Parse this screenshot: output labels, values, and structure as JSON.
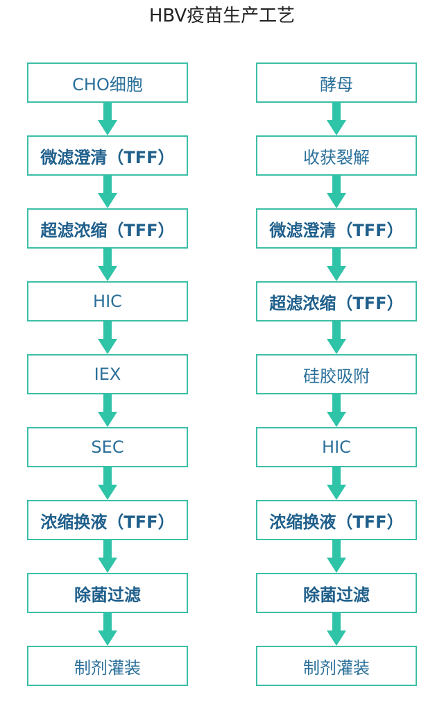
{
  "title": "HBV疫苗生产工艺",
  "colors": {
    "box_border": "#3bbfa6",
    "arrow": "#2fc3a8",
    "text": "#2a6f9a",
    "bold_text": "#1f5f8b"
  },
  "left_flow": [
    {
      "label": "CHO细胞",
      "bold": false
    },
    {
      "label": "微滤澄清（TFF）",
      "bold": true
    },
    {
      "label": "超滤浓缩（TFF）",
      "bold": true
    },
    {
      "label": "HIC",
      "bold": false
    },
    {
      "label": "IEX",
      "bold": false
    },
    {
      "label": "SEC",
      "bold": false
    },
    {
      "label": "浓缩换液（TFF）",
      "bold": true
    },
    {
      "label": "除菌过滤",
      "bold": true
    },
    {
      "label": "制剂灌装",
      "bold": false
    }
  ],
  "right_flow": [
    {
      "label": "酵母",
      "bold": false
    },
    {
      "label": "收获裂解",
      "bold": false
    },
    {
      "label": "微滤澄清（TFF）",
      "bold": true
    },
    {
      "label": "超滤浓缩（TFF）",
      "bold": true
    },
    {
      "label": "硅胶吸附",
      "bold": false
    },
    {
      "label": "HIC",
      "bold": false
    },
    {
      "label": "浓缩换液（TFF）",
      "bold": true
    },
    {
      "label": "除菌过滤",
      "bold": true
    },
    {
      "label": "制剂灌装",
      "bold": false
    }
  ]
}
